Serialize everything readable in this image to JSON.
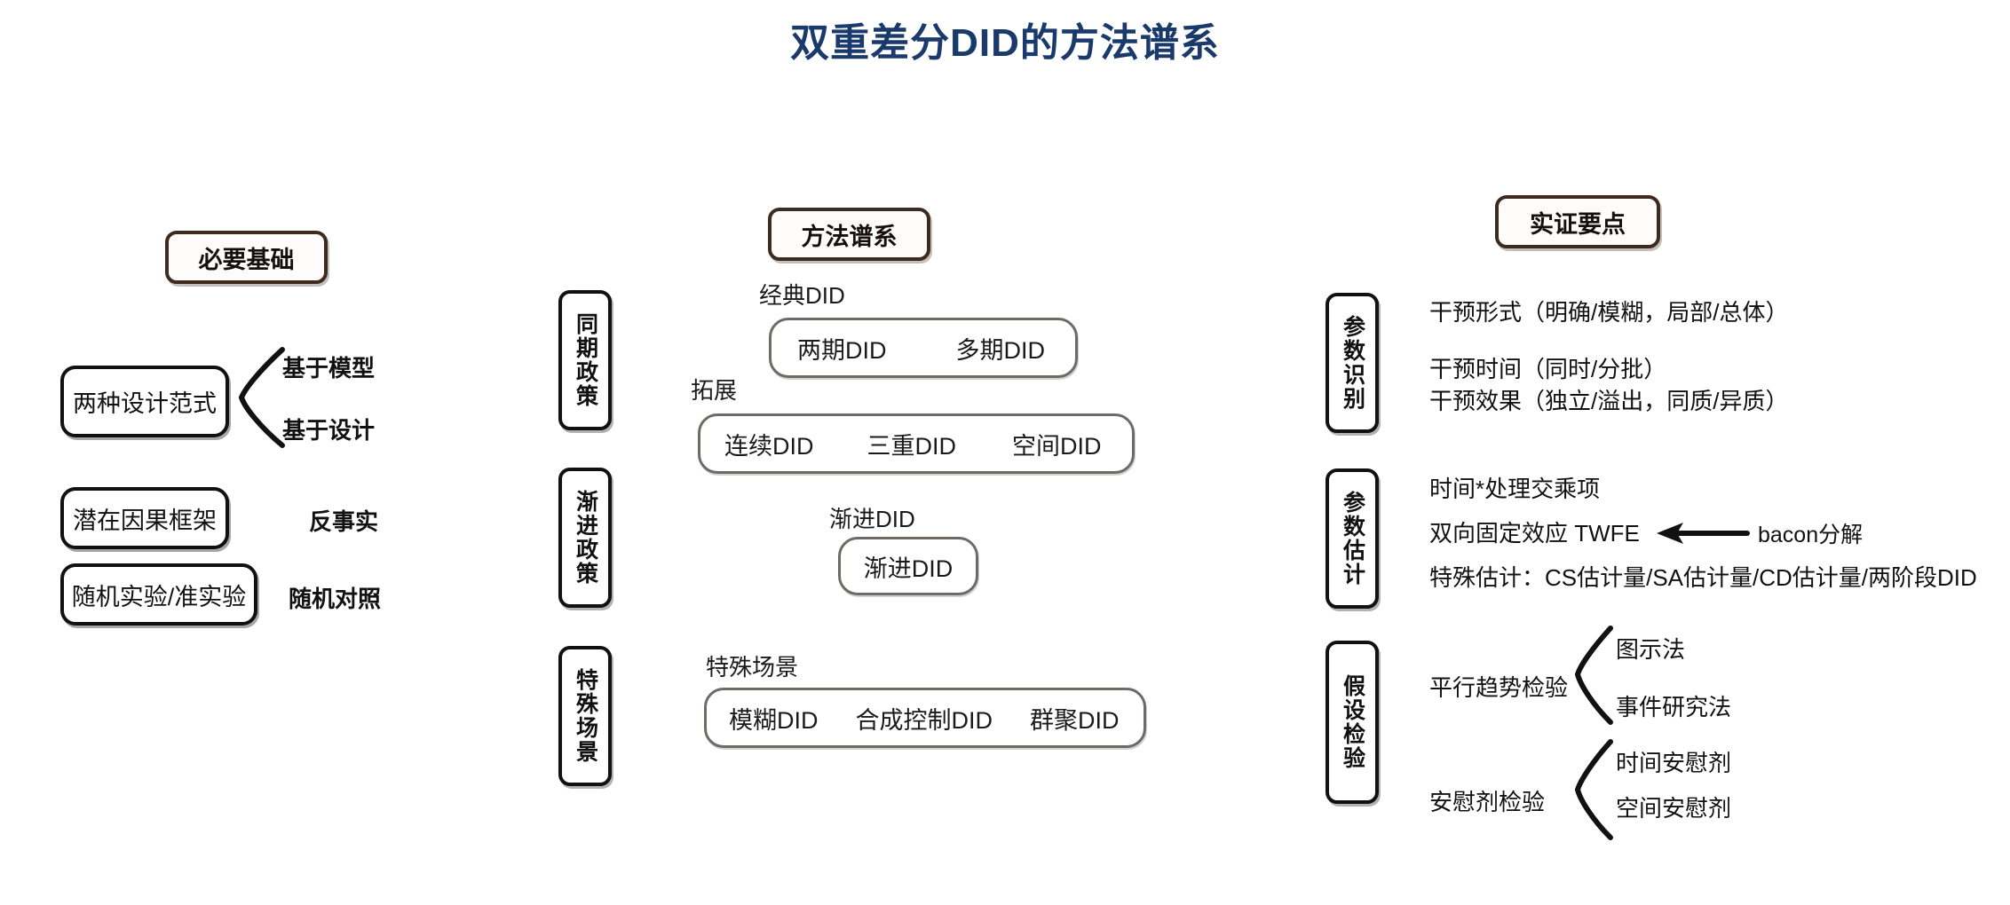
{
  "title": "双重差分DID的方法谱系",
  "colors": {
    "title": "#1a3a6b",
    "header_border": "#3d2b20",
    "box_border": "#111111",
    "bar_border": "#6f6a66",
    "text": "#111111"
  },
  "columns": {
    "foundations": {
      "header": "必要基础",
      "items": [
        {
          "box": "两种设计范式",
          "branches": [
            "基于模型",
            "基于设计"
          ]
        },
        {
          "box": "潜在因果框架",
          "note": "反事实"
        },
        {
          "box": "随机实验/准实验",
          "note": "随机对照"
        }
      ]
    },
    "spectrum": {
      "header": "方法谱系",
      "side_labels": [
        "同期政策",
        "渐进政策",
        "特殊场景"
      ],
      "groups": [
        {
          "caption": "经典DID",
          "cells": [
            "两期DID",
            "多期DID"
          ]
        },
        {
          "caption": "拓展",
          "cells": [
            "连续DID",
            "三重DID",
            "空间DID"
          ]
        },
        {
          "caption": "渐进DID",
          "cells": [
            "渐进DID"
          ]
        },
        {
          "caption": "特殊场景",
          "cells": [
            "模糊DID",
            "合成控制DID",
            "群聚DID"
          ]
        }
      ]
    },
    "empirics": {
      "header": "实证要点",
      "groups": [
        {
          "label": "参数识别",
          "lines": [
            "干预形式（明确/模糊，局部/总体）",
            "干预时间（同时/分批）",
            "干预效果（独立/溢出，同质/异质）"
          ]
        },
        {
          "label": "参数估计",
          "lines": [
            "时间*处理交乘项",
            "双向固定效应 TWFE",
            "特殊估计：CS估计量/SA估计量/CD估计量/两阶段DID"
          ],
          "annotation": "bacon分解"
        },
        {
          "label": "假设检验",
          "branches": [
            {
              "parent": "平行趋势检验",
              "children": [
                "图示法",
                "事件研究法"
              ]
            },
            {
              "parent": "安慰剂检验",
              "children": [
                "时间安慰剂",
                "空间安慰剂"
              ]
            }
          ]
        }
      ]
    }
  }
}
